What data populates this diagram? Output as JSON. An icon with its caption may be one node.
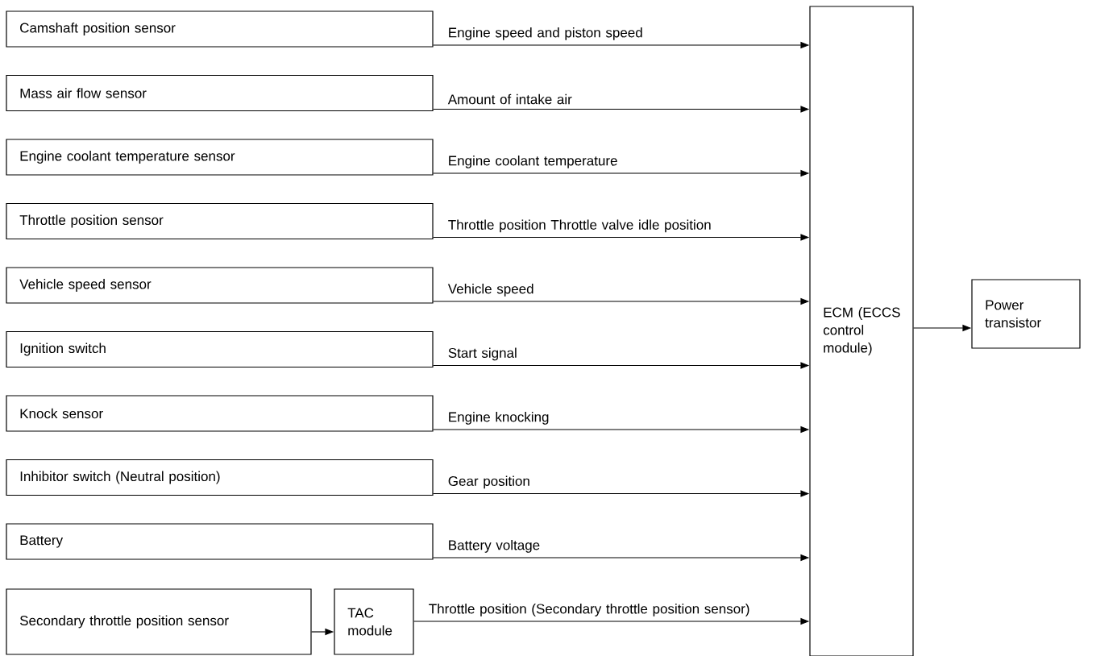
{
  "diagram": {
    "nodes": [
      {
        "text": [
          "Camshaft position sensor"
        ]
      },
      {
        "text": [
          "Mass air flow sensor"
        ]
      },
      {
        "text": [
          "Engine coolant temperature sensor"
        ]
      },
      {
        "text": [
          "Throttle position sensor"
        ]
      },
      {
        "text": [
          "Vehicle speed sensor"
        ]
      },
      {
        "text": [
          "Ignition switch"
        ]
      },
      {
        "text": [
          "Knock sensor"
        ]
      },
      {
        "text": [
          "Inhibitor switch (Neutral position)"
        ]
      },
      {
        "text": [
          "Battery"
        ]
      },
      {
        "text": [
          "Secondary throttle position sensor"
        ]
      },
      {
        "text": [
          "TAC module"
        ]
      },
      {
        "text": [
          "ECM (ECCS control module)"
        ]
      },
      {
        "text": [
          "Power transistor"
        ]
      }
    ],
    "edges": [
      {
        "from": 0,
        "to": 11,
        "arrow": "to",
        "label": "Engine speed and piston speed"
      },
      {
        "from": 1,
        "to": 11,
        "arrow": "to",
        "label": "Amount of intake air"
      },
      {
        "from": 2,
        "to": 11,
        "arrow": "to",
        "label": "Engine coolant temperature"
      },
      {
        "from": 3,
        "to": 11,
        "arrow": "to",
        "label": "Throttle position Throttle valve idle position"
      },
      {
        "from": 4,
        "to": 11,
        "arrow": "to",
        "label": "Vehicle speed"
      },
      {
        "from": 5,
        "to": 11,
        "arrow": "to",
        "label": "Start signal"
      },
      {
        "from": 6,
        "to": 11,
        "arrow": "to",
        "label": "Engine knocking"
      },
      {
        "from": 7,
        "to": 11,
        "arrow": "to",
        "label": "Gear position"
      },
      {
        "from": 8,
        "to": 11,
        "arrow": "to",
        "label": "Battery voltage"
      },
      {
        "from": 9,
        "to": 10,
        "arrow": "to"
      },
      {
        "from": 10,
        "to": 11,
        "arrow": "to",
        "label": "Throttle position (Secondary throttle position sensor)"
      },
      {
        "from": 11,
        "to": 12,
        "arrow": "to"
      }
    ]
  }
}
